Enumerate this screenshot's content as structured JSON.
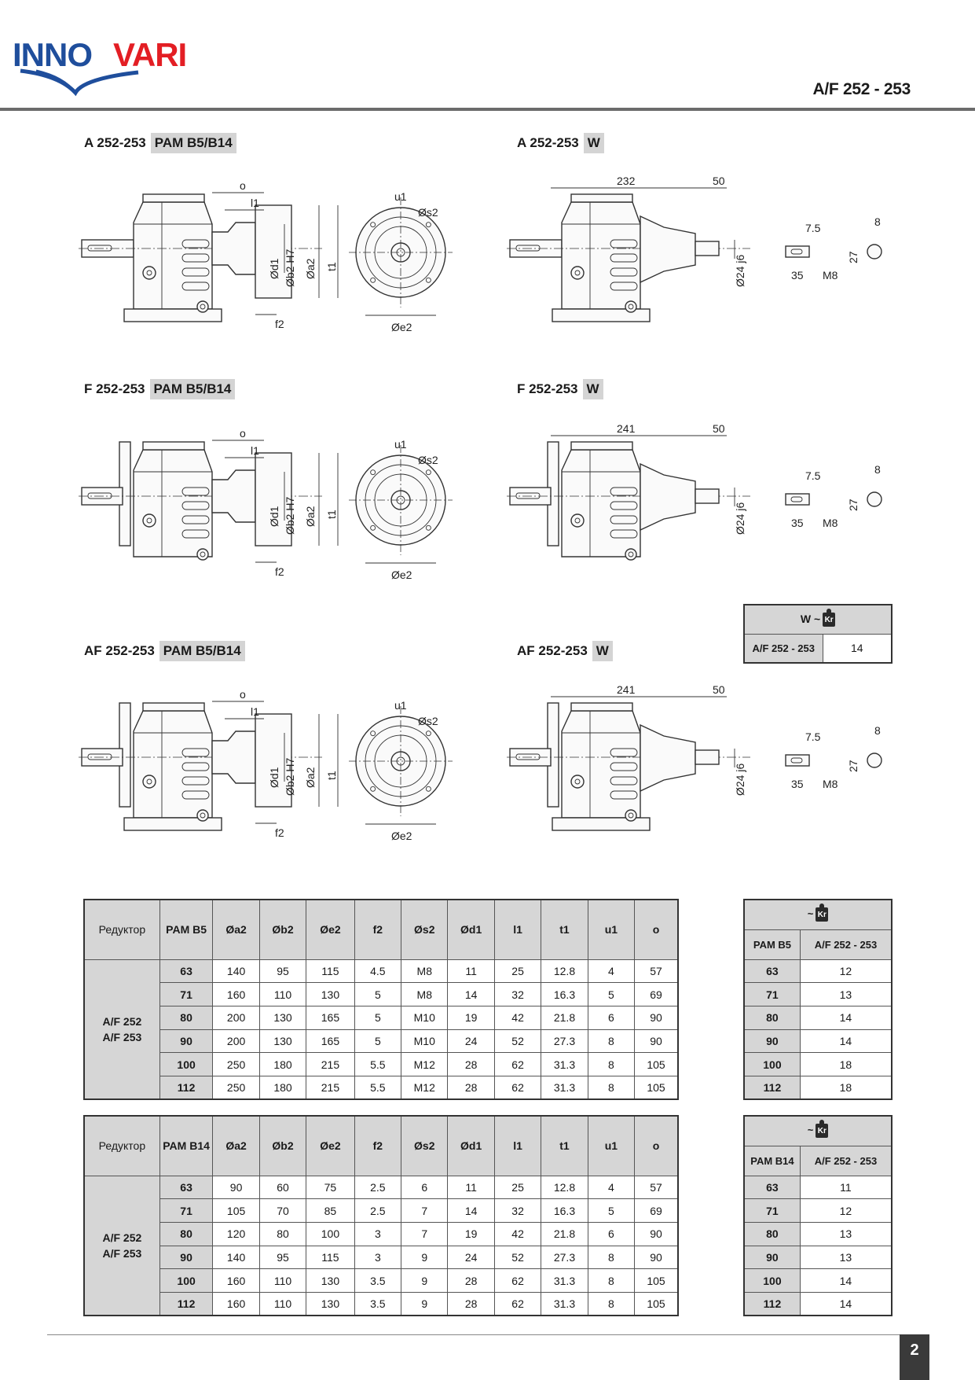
{
  "brand": {
    "name": "INNOVARI",
    "part1": "INNO",
    "part2": "VARI"
  },
  "page_title": "A/F 252 - 253",
  "sections": {
    "a_pam": {
      "model": "A 252-253",
      "tag": "PAM B5/B14"
    },
    "a_w": {
      "model": "A 252-253",
      "tag": "W"
    },
    "f_pam": {
      "model": "F 252-253",
      "tag": "PAM B5/B14"
    },
    "f_w": {
      "model": "F 252-253",
      "tag": "W"
    },
    "af_pam": {
      "model": "AF 252-253",
      "tag": "PAM B5/B14"
    },
    "af_w": {
      "model": "AF 252-253",
      "tag": "W"
    }
  },
  "dims": {
    "o": "o",
    "l1": "l1",
    "f2": "f2",
    "u1": "u1",
    "s2": "Øs2",
    "e2": "Øe2",
    "d1": "Ød1",
    "b2": "Øb2 H7",
    "a2": "Øa2",
    "t1": "t1",
    "w_len_a": "232",
    "w_len_f": "241",
    "w_len_af": "241",
    "w_ext": "50",
    "shaft": "Ø24 j6",
    "key_75": "7.5",
    "key_35": "35",
    "key_m8": "M8",
    "key_8": "8",
    "key_27": "27"
  },
  "w_weight": {
    "header": "W ~",
    "icon": "Kr",
    "model": "A/F 252 - 253",
    "value": "14"
  },
  "table_b5": {
    "col_reducer": "Редуктор",
    "columns": [
      "PAM B5",
      "Øa2",
      "Øb2",
      "Øe2",
      "f2",
      "Øs2",
      "Ød1",
      "l1",
      "t1",
      "u1",
      "o"
    ],
    "row_label": [
      "A/F 252",
      "A/F 253"
    ],
    "rows": [
      [
        "63",
        "140",
        "95",
        "115",
        "4.5",
        "M8",
        "11",
        "25",
        "12.8",
        "4",
        "57"
      ],
      [
        "71",
        "160",
        "110",
        "130",
        "5",
        "M8",
        "14",
        "32",
        "16.3",
        "5",
        "69"
      ],
      [
        "80",
        "200",
        "130",
        "165",
        "5",
        "M10",
        "19",
        "42",
        "21.8",
        "6",
        "90"
      ],
      [
        "90",
        "200",
        "130",
        "165",
        "5",
        "M10",
        "24",
        "52",
        "27.3",
        "8",
        "90"
      ],
      [
        "100",
        "250",
        "180",
        "215",
        "5.5",
        "M12",
        "28",
        "62",
        "31.3",
        "8",
        "105"
      ],
      [
        "112",
        "250",
        "180",
        "215",
        "5.5",
        "M12",
        "28",
        "62",
        "31.3",
        "8",
        "105"
      ]
    ]
  },
  "table_b14": {
    "col_reducer": "Редуктор",
    "columns": [
      "PAM B14",
      "Øa2",
      "Øb2",
      "Øe2",
      "f2",
      "Øs2",
      "Ød1",
      "l1",
      "t1",
      "u1",
      "o"
    ],
    "row_label": [
      "A/F 252",
      "A/F 253"
    ],
    "rows": [
      [
        "63",
        "90",
        "60",
        "75",
        "2.5",
        "6",
        "11",
        "25",
        "12.8",
        "4",
        "57"
      ],
      [
        "71",
        "105",
        "70",
        "85",
        "2.5",
        "7",
        "14",
        "32",
        "16.3",
        "5",
        "69"
      ],
      [
        "80",
        "120",
        "80",
        "100",
        "3",
        "7",
        "19",
        "42",
        "21.8",
        "6",
        "90"
      ],
      [
        "90",
        "140",
        "95",
        "115",
        "3",
        "9",
        "24",
        "52",
        "27.3",
        "8",
        "90"
      ],
      [
        "100",
        "160",
        "110",
        "130",
        "3.5",
        "9",
        "28",
        "62",
        "31.3",
        "8",
        "105"
      ],
      [
        "112",
        "160",
        "110",
        "130",
        "3.5",
        "9",
        "28",
        "62",
        "31.3",
        "8",
        "105"
      ]
    ]
  },
  "weight_b5": {
    "header": "~",
    "icon": "Kr",
    "col1": "PAM B5",
    "col2": "A/F 252 - 253",
    "rows": [
      [
        "63",
        "12"
      ],
      [
        "71",
        "13"
      ],
      [
        "80",
        "14"
      ],
      [
        "90",
        "14"
      ],
      [
        "100",
        "18"
      ],
      [
        "112",
        "18"
      ]
    ]
  },
  "weight_b14": {
    "header": "~",
    "icon": "Kr",
    "col1": "PAM B14",
    "col2": "A/F 252 - 253",
    "rows": [
      [
        "63",
        "11"
      ],
      [
        "71",
        "12"
      ],
      [
        "80",
        "13"
      ],
      [
        "90",
        "13"
      ],
      [
        "100",
        "14"
      ],
      [
        "112",
        "14"
      ]
    ]
  },
  "page_number": "2"
}
